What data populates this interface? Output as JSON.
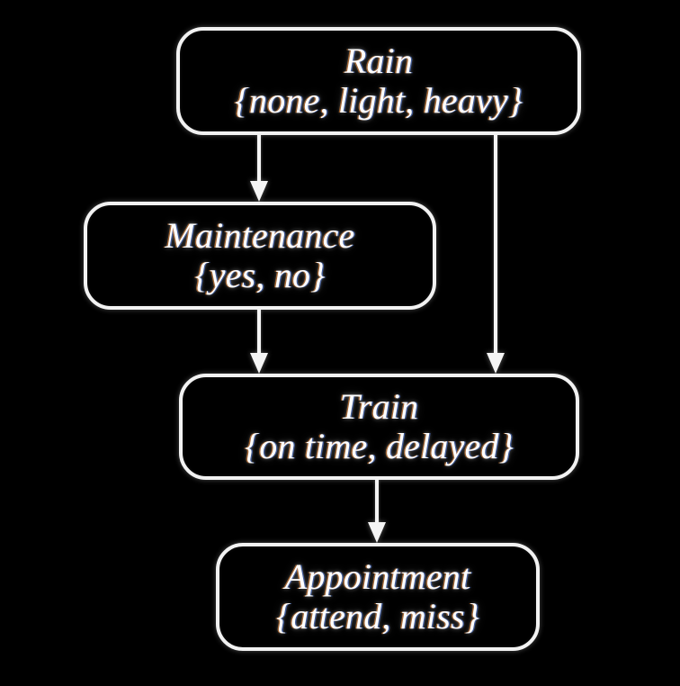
{
  "diagram": {
    "type": "bayesian-network",
    "title": "Rain / Maintenance / Train / Appointment causal network",
    "background_color": "#000000",
    "node_border_color": "#f2f2f2",
    "edge_color": "#f5f5f5",
    "text_color": "#ffffff",
    "nodes": [
      {
        "id": "rain",
        "label": "Rain",
        "states_text": "{none, light, heavy}",
        "states": [
          "none",
          "light",
          "heavy"
        ]
      },
      {
        "id": "maintenance",
        "label": "Maintenance",
        "states_text": "{yes, no}",
        "states": [
          "yes",
          "no"
        ]
      },
      {
        "id": "train",
        "label": "Train",
        "states_text": "{on time, delayed}",
        "states": [
          "on time",
          "delayed"
        ]
      },
      {
        "id": "appointment",
        "label": "Appointment",
        "states_text": "{attend, miss}",
        "states": [
          "attend",
          "miss"
        ]
      }
    ],
    "edges": [
      {
        "id": "rain-maintenance",
        "from": "Rain",
        "to": "Maintenance",
        "arrow": "down-arrow-icon"
      },
      {
        "id": "rain-train",
        "from": "Rain",
        "to": "Train",
        "arrow": "down-arrow-icon"
      },
      {
        "id": "maintenance-train",
        "from": "Maintenance",
        "to": "Train",
        "arrow": "down-arrow-icon"
      },
      {
        "id": "train-appointment",
        "from": "Train",
        "to": "Appointment",
        "arrow": "down-arrow-icon"
      }
    ]
  }
}
